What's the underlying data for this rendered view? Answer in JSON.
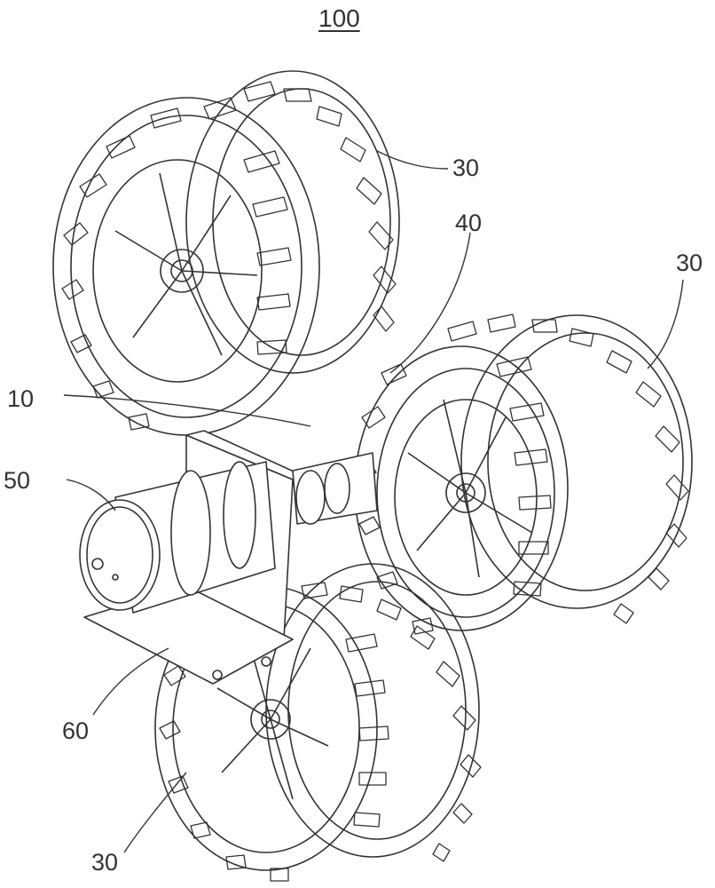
{
  "figure_number": "100",
  "labels": {
    "wheel_top": "30",
    "shaft_right": "40",
    "wheel_right": "30",
    "frame": "10",
    "motor": "50",
    "bracket": "60",
    "wheel_bottom": "30"
  },
  "colors": {
    "line": "#333333",
    "paper": "#ffffff"
  }
}
